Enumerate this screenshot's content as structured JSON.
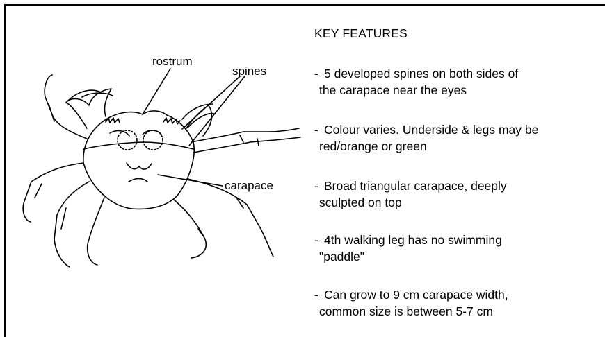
{
  "labels": {
    "rostrum": "rostrum",
    "spines": "spines",
    "carapace": "carapace"
  },
  "key": {
    "title": "KEY FEATURES",
    "features": [
      {
        "line1": "5 developed spines on both sides of",
        "line2": "the carapace near the eyes"
      },
      {
        "line1": "Colour varies. Underside & legs may be",
        "line2": "red/orange or green"
      },
      {
        "line1": "Broad triangular carapace, deeply",
        "line2": "sculpted on top"
      },
      {
        "line1": "4th walking leg has no swimming",
        "line2": "\"paddle\""
      },
      {
        "line1": "Can grow to 9 cm carapace width,",
        "line2": "common size is between 5-7 cm"
      }
    ]
  }
}
